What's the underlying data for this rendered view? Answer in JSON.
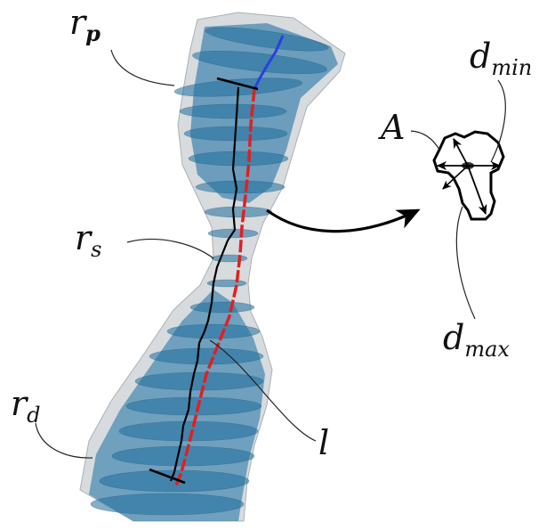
{
  "labels": {
    "rp_main": "r",
    "rp_sub": "p",
    "rs_main": "r",
    "rs_sub": "s",
    "rd_main": "r",
    "rd_sub": "d",
    "l": "l",
    "A": "A",
    "dmin_main": "d",
    "dmin_sub": "min",
    "dmax_main": "d",
    "dmax_sub": "max"
  },
  "icons": [
    "vessel-mesh",
    "cross-section-outline",
    "centerline-path",
    "curved-arrow-icon"
  ],
  "colors": {
    "vessel_translucent": "#c9cfd3",
    "cross_section_blue": "#1f6e9c",
    "centerline_red": "#e02020",
    "centerline_blue": "#2b3fe0",
    "centerline_black": "#000000"
  }
}
